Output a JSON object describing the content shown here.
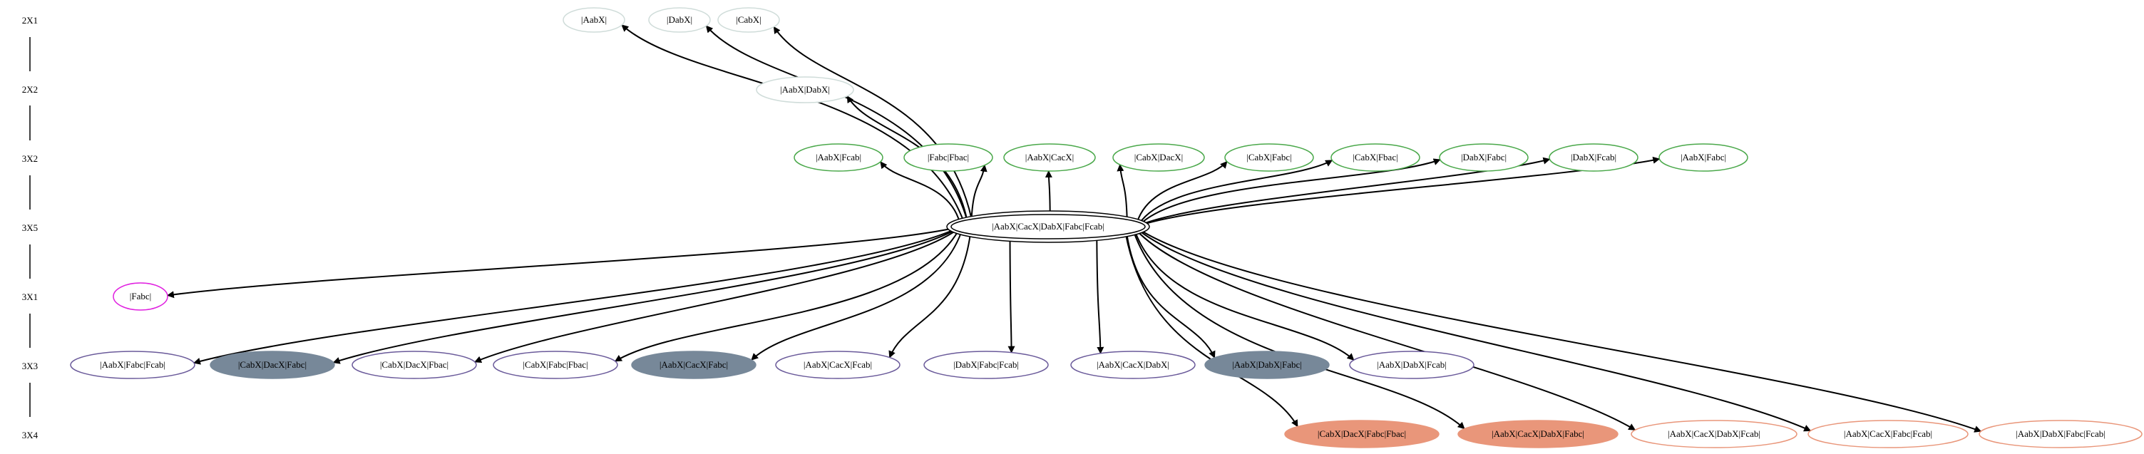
{
  "colors": {
    "center": "#000000",
    "gray_fill": "#778899",
    "salmon_fill": "#e9967a",
    "faint_stroke": "#cfdcd9",
    "green_stroke": "#4aa84a",
    "magenta_stroke": "#e020e0",
    "purple_stroke": "#6a5a9a",
    "salmon_stroke": "#e9967a"
  },
  "rank_labels": [
    "2X1",
    "2X2",
    "3X2",
    "3X5",
    "3X1",
    "3X3",
    "3X4"
  ],
  "center": {
    "label": "|AabX|CacX|DabX|Fabc|Fcab|"
  },
  "nodes": [
    {
      "id": "n1",
      "label": "|AabX|",
      "style": "faint"
    },
    {
      "id": "n2",
      "label": "|DabX|",
      "style": "faint"
    },
    {
      "id": "n3",
      "label": "|CabX|",
      "style": "faint"
    },
    {
      "id": "n4",
      "label": "|AabX|DabX|",
      "style": "faint"
    },
    {
      "id": "n5",
      "label": "|AabX|Fcab|",
      "style": "green"
    },
    {
      "id": "n6",
      "label": "|Fabc|Fbac|",
      "style": "green"
    },
    {
      "id": "n7",
      "label": "|AabX|CacX|",
      "style": "green"
    },
    {
      "id": "n8",
      "label": "|CabX|DacX|",
      "style": "green"
    },
    {
      "id": "n9",
      "label": "|CabX|Fabc|",
      "style": "green"
    },
    {
      "id": "n10",
      "label": "|CabX|Fbac|",
      "style": "green"
    },
    {
      "id": "n11",
      "label": "|DabX|Fabc|",
      "style": "green"
    },
    {
      "id": "n12",
      "label": "|DabX|Fcab|",
      "style": "green"
    },
    {
      "id": "n13",
      "label": "|AabX|Fabc|",
      "style": "green"
    },
    {
      "id": "n14",
      "label": "|Fabc|",
      "style": "magenta"
    },
    {
      "id": "n15",
      "label": "|AabX|Fabc|Fcab|",
      "style": "purple"
    },
    {
      "id": "n16",
      "label": "|CabX|DacX|Fabc|",
      "style": "gray"
    },
    {
      "id": "n17",
      "label": "|CabX|DacX|Fbac|",
      "style": "purple"
    },
    {
      "id": "n18",
      "label": "|CabX|Fabc|Fbac|",
      "style": "purple"
    },
    {
      "id": "n19",
      "label": "|AabX|CacX|Fabc|",
      "style": "gray"
    },
    {
      "id": "n20",
      "label": "|AabX|CacX|Fcab|",
      "style": "purple"
    },
    {
      "id": "n21",
      "label": "|DabX|Fabc|Fcab|",
      "style": "purple"
    },
    {
      "id": "n22",
      "label": "|AabX|CacX|DabX|",
      "style": "purple"
    },
    {
      "id": "n23",
      "label": "|AabX|DabX|Fabc|",
      "style": "gray"
    },
    {
      "id": "n24",
      "label": "|AabX|DabX|Fcab|",
      "style": "purple"
    },
    {
      "id": "n25",
      "label": "|CabX|DacX|Fabc|Fbac|",
      "style": "salmon"
    },
    {
      "id": "n26",
      "label": "|AabX|CacX|DabX|Fabc|",
      "style": "salmon"
    },
    {
      "id": "n27",
      "label": "|AabX|CacX|DabX|Fcab|",
      "style": "salmon-outline"
    },
    {
      "id": "n28",
      "label": "|AabX|CacX|Fabc|Fcab|",
      "style": "salmon-outline"
    },
    {
      "id": "n29",
      "label": "|AabX|DabX|Fabc|Fcab|",
      "style": "salmon-outline"
    }
  ]
}
